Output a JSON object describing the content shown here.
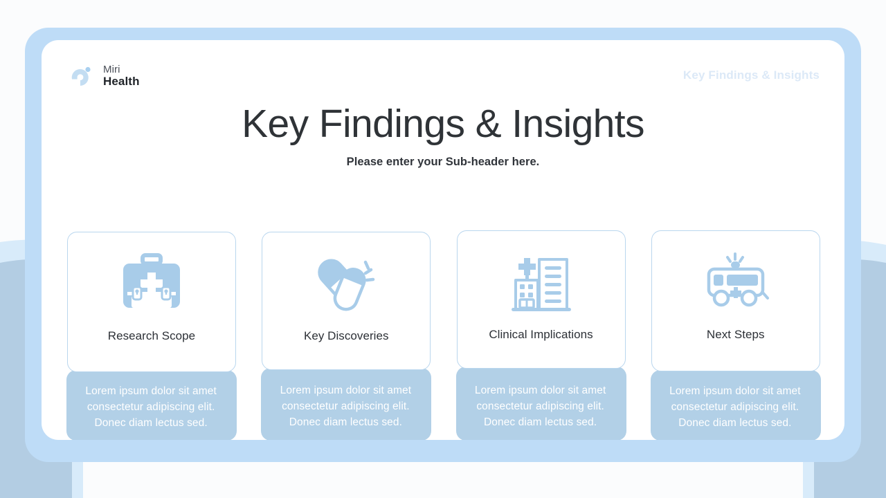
{
  "brand": {
    "logo_icon": "miri-logo-icon",
    "line1": "Miri",
    "line2": "Health"
  },
  "header": {
    "section_label": "Key Findings & Insights"
  },
  "slide": {
    "title": "Key Findings & Insights",
    "subtitle": "Please enter your Sub-header here."
  },
  "colors": {
    "frame_blue": "#bedcf7",
    "panel_blue": "#b2d0e7",
    "icon_blue": "#a8cce9",
    "card_border": "#b9d6ee",
    "title_dark": "#2f3337",
    "header_right": "#dce9f7",
    "background": "#fbfcfd",
    "wave_light": "#d8ebfa",
    "wave_dark": "#b3cde3"
  },
  "cards": [
    {
      "icon": "first-aid-kit-icon",
      "title": "Research Scope",
      "body": "Lorem ipsum dolor sit amet consectetur adipiscing elit. Donec diam lectus sed."
    },
    {
      "icon": "pills-capsules-icon",
      "title": "Key Discoveries",
      "body": "Lorem ipsum dolor sit amet consectetur adipiscing elit. Donec diam lectus sed."
    },
    {
      "icon": "hospital-building-icon",
      "title": "Clinical Implications",
      "body": "Lorem ipsum dolor sit amet consectetur adipiscing elit. Donec diam lectus sed."
    },
    {
      "icon": "ambulance-icon",
      "title": "Next Steps",
      "body": "Lorem ipsum dolor sit amet consectetur adipiscing elit. Donec diam lectus sed."
    }
  ]
}
